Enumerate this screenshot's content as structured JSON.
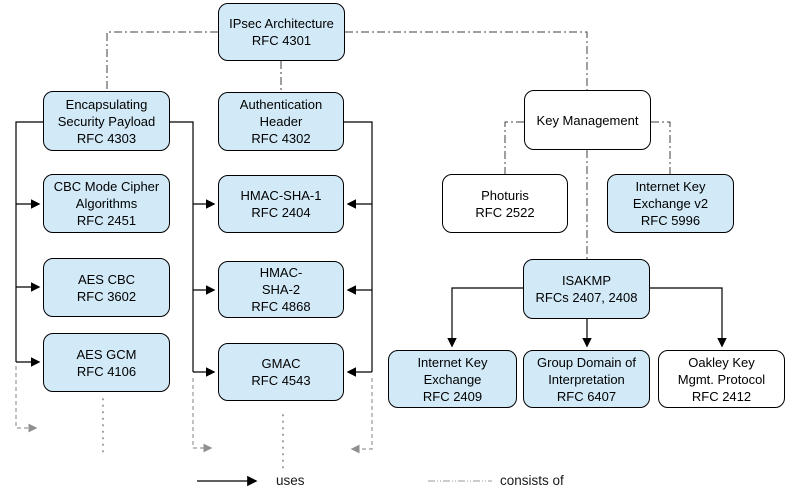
{
  "nodes": {
    "ipsec": {
      "text": "IPsec Architecture\nRFC 4301"
    },
    "esp": {
      "text": "Encapsulating\nSecurity Payload\nRFC 4303"
    },
    "cbc": {
      "text": "CBC Mode Cipher\nAlgorithms\nRFC 2451"
    },
    "aescbc": {
      "text": "AES CBC\nRFC 3602"
    },
    "aesgcm": {
      "text": "AES GCM\nRFC 4106"
    },
    "ah": {
      "text": "Authentication\nHeader\nRFC 4302"
    },
    "sha1": {
      "text": "HMAC-SHA-1\nRFC 2404"
    },
    "sha2": {
      "text": "HMAC-\nSHA-2\nRFC 4868"
    },
    "gmac": {
      "text": "GMAC\nRFC 4543"
    },
    "km": {
      "text": "Key Management"
    },
    "photuris": {
      "text": "Photuris\nRFC 2522"
    },
    "ikev2": {
      "text": "Internet Key\nExchange v2\nRFC 5996"
    },
    "isakmp": {
      "text": "ISAKMP\nRFCs 2407, 2408"
    },
    "ike": {
      "text": "Internet Key\nExchange\nRFC 2409"
    },
    "gdoi": {
      "text": "Group Domain of\nInterpretation\nRFC 6407"
    },
    "oakley": {
      "text": "Oakley Key\nMgmt. Protocol\nRFC 2412"
    }
  },
  "legend": {
    "uses": "uses",
    "consists_of": "consists of"
  },
  "colors": {
    "node_fill_blue": "#d2eaf8",
    "node_fill_white": "#ffffff",
    "node_border": "#000000",
    "uses_line": "#000000",
    "consists_of_line": "#404040",
    "continuation_gray": "#999999",
    "ellipsis_gray": "#8a8a8a"
  }
}
